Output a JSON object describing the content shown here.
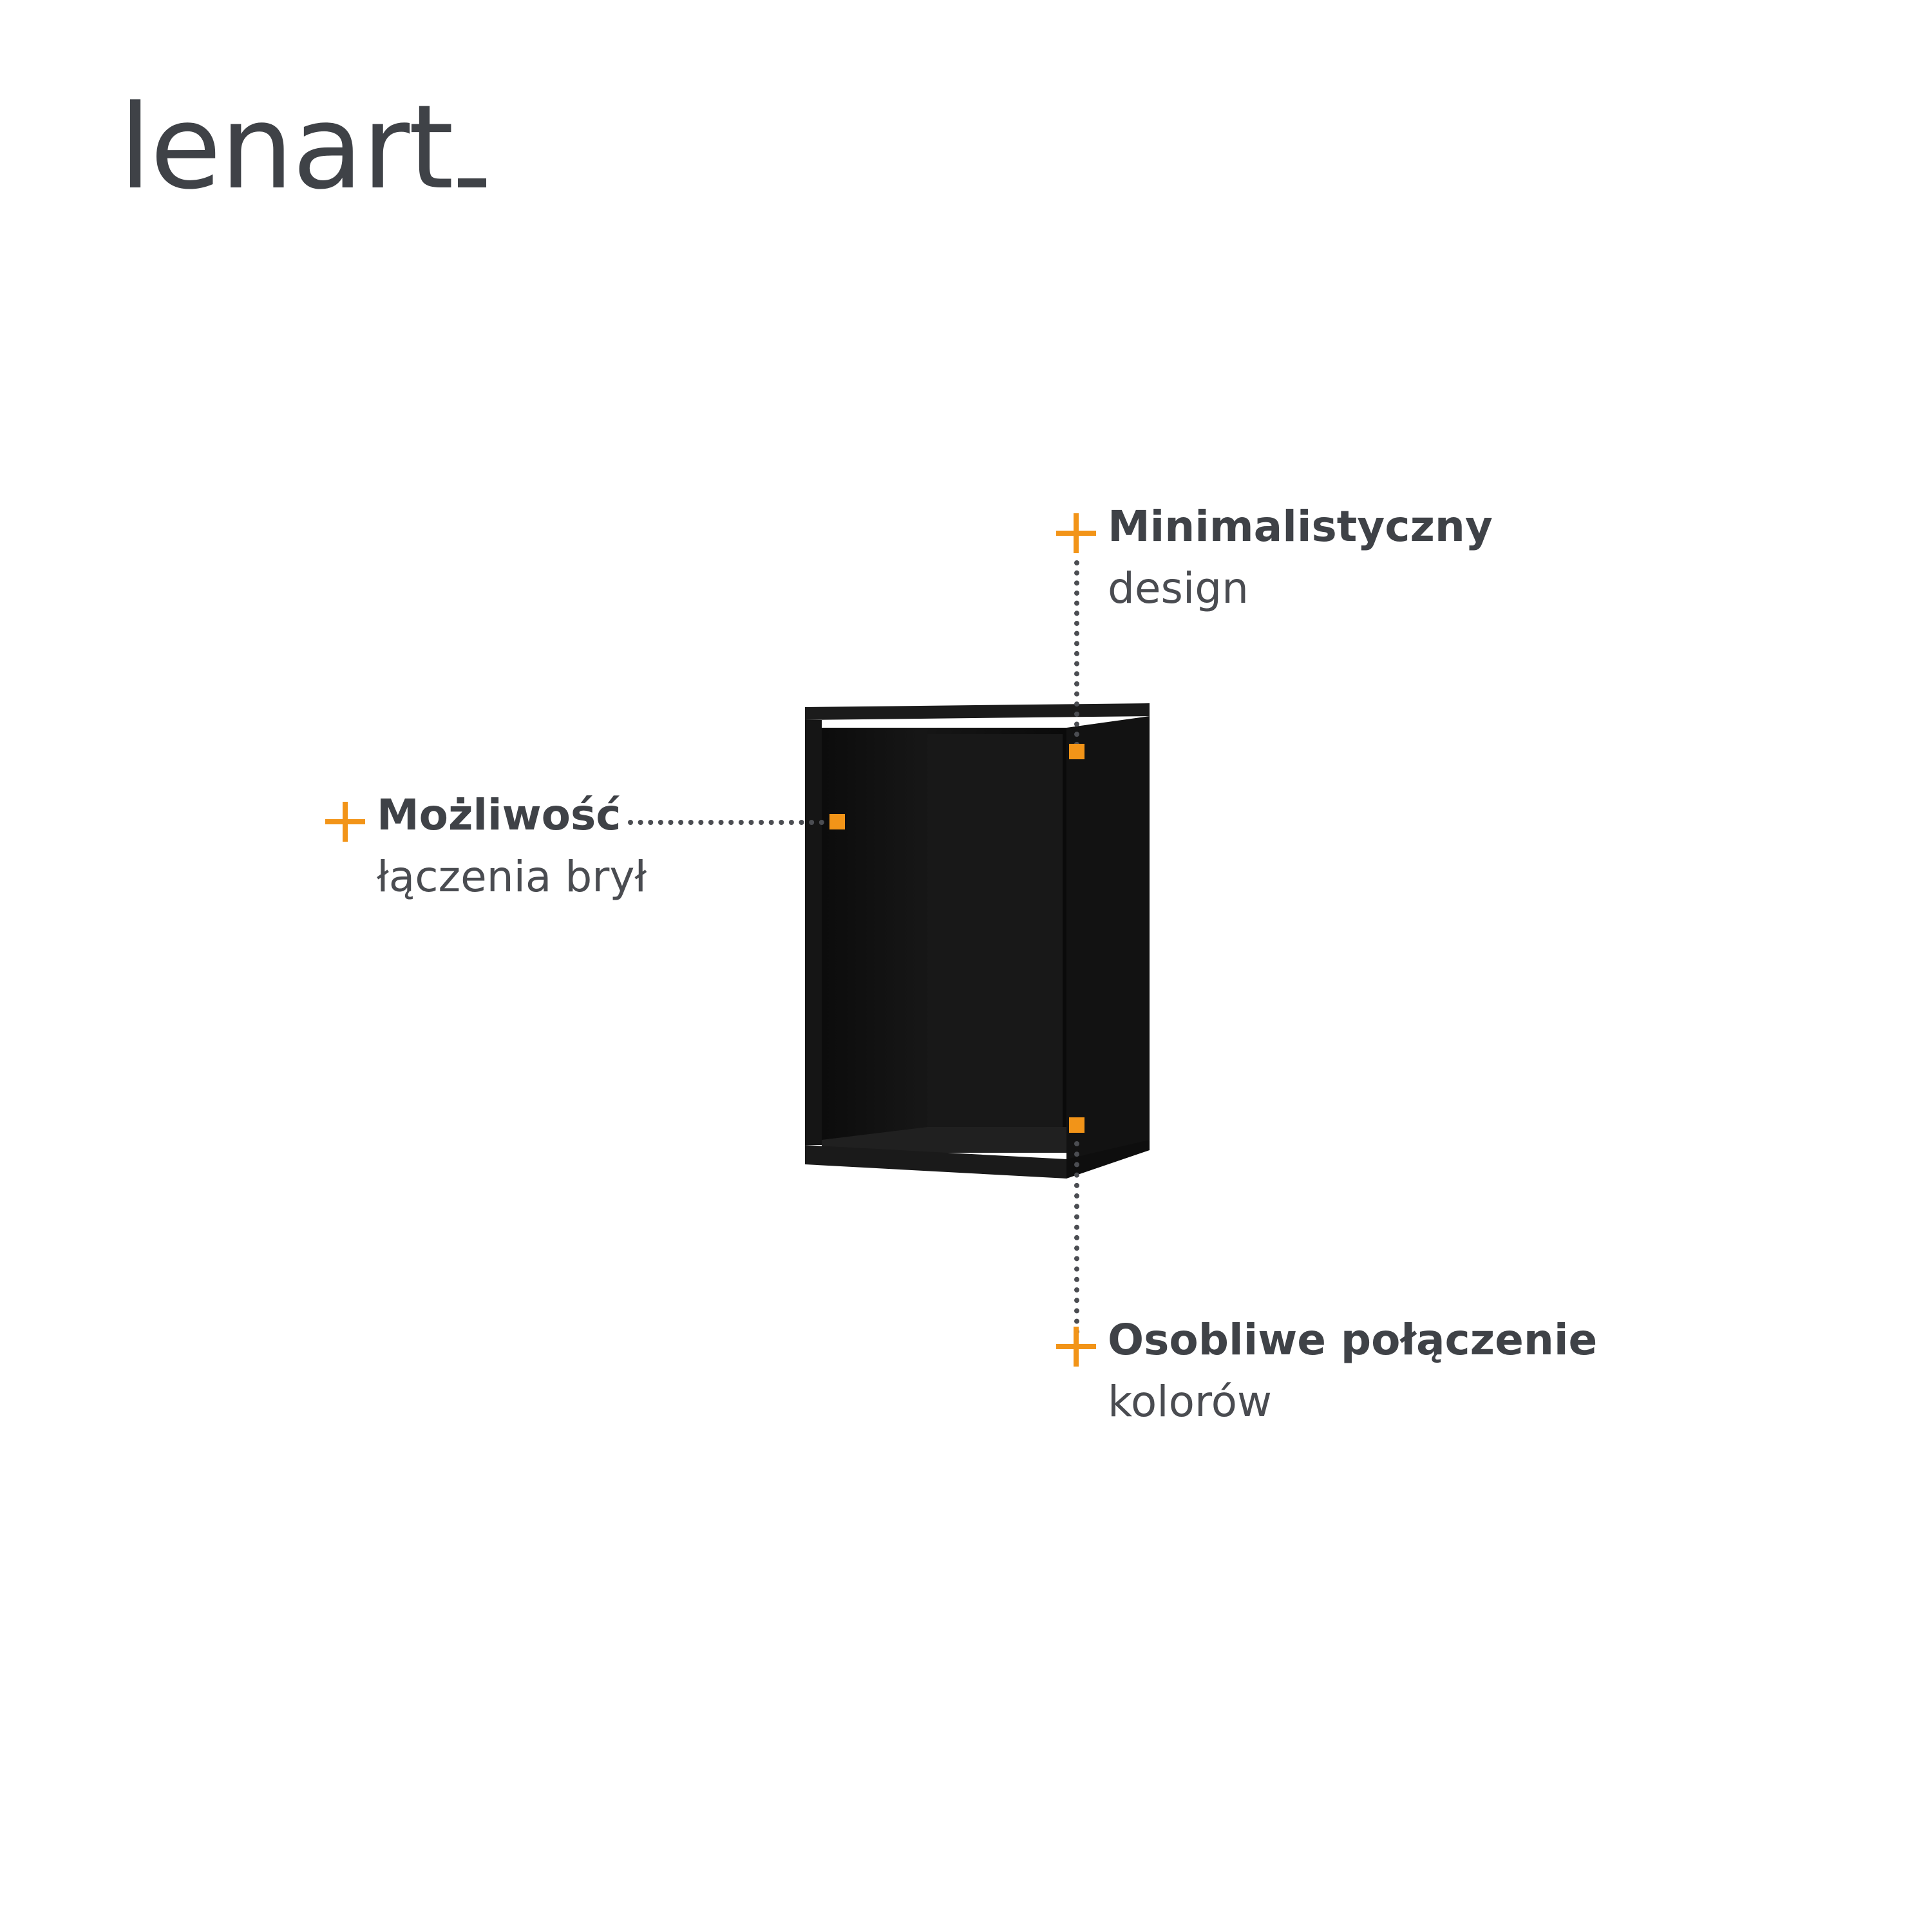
{
  "brand": {
    "logo_text": "lenart"
  },
  "features": [
    {
      "bold": "Minimalistyczny",
      "light": "design"
    },
    {
      "bold": "Możliwość",
      "light": "łączenia brył"
    },
    {
      "bold": "Osobliwe połączenie",
      "light": "kolorów"
    }
  ],
  "colors": {
    "accent": "#f29418",
    "text": "#3f4247",
    "cabinet": "#141414",
    "background": "#ffffff"
  },
  "icons": [
    "plus-icon",
    "marker-square"
  ]
}
